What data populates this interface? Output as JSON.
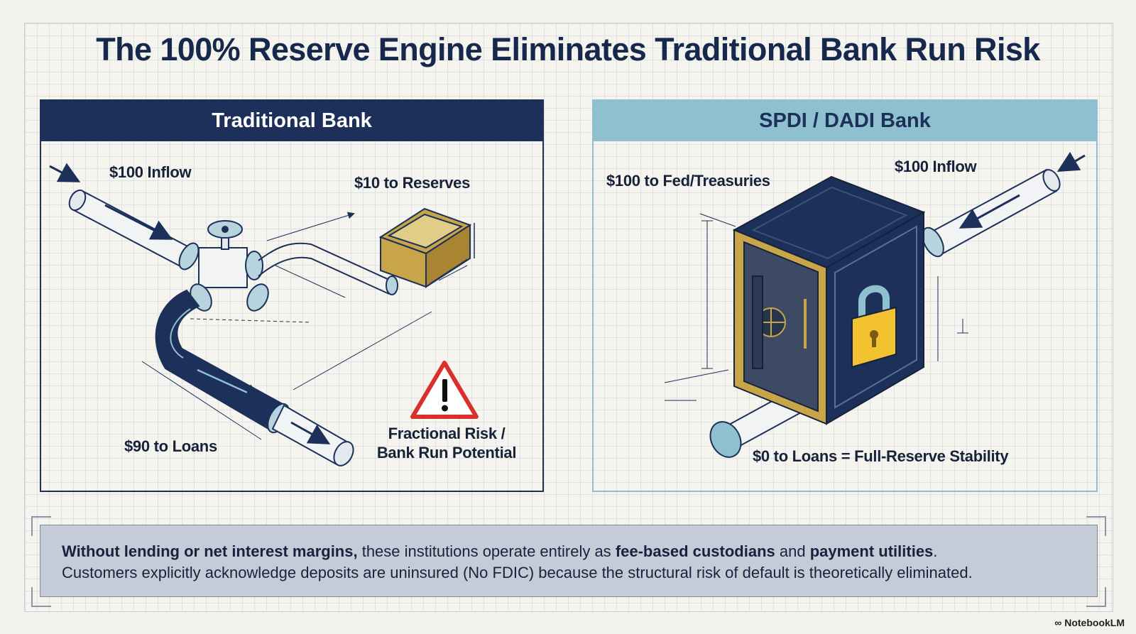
{
  "title": "The 100% Reserve Engine Eliminates Traditional Bank Run Risk",
  "traditional": {
    "header": "Traditional Bank",
    "inflow": "$100 Inflow",
    "reserves": "$10 to Reserves",
    "loans": "$90 to Loans",
    "risk_line1": "Fractional Risk /",
    "risk_line2": "Bank Run Potential"
  },
  "spdi": {
    "header": "SPDI / DADI Bank",
    "inflow": "$100 Inflow",
    "treasuries": "$100 to Fed/Treasuries",
    "loans": "$0 to Loans = Full-Reserve Stability"
  },
  "note": {
    "b1": "Without lending or net interest margins,",
    "t1": " these institutions operate entirely as ",
    "b2": "fee-based custodians",
    "t2": " and ",
    "b3": "payment utilities",
    "t3": ".",
    "line2": "Customers explicitly acknowledge deposits are uninsured (No FDIC) because the structural risk of default is theoretically eliminated."
  },
  "brand": "NotebookLM",
  "icons": [
    "valve-icon",
    "reserve-box-icon",
    "warning-icon",
    "vault-icon",
    "padlock-icon",
    "arrow-icon"
  ],
  "colors": {
    "navy": "#1c3059",
    "teal": "#8ec0d0",
    "gold": "#c9a54a",
    "warning": "#d9302c"
  }
}
